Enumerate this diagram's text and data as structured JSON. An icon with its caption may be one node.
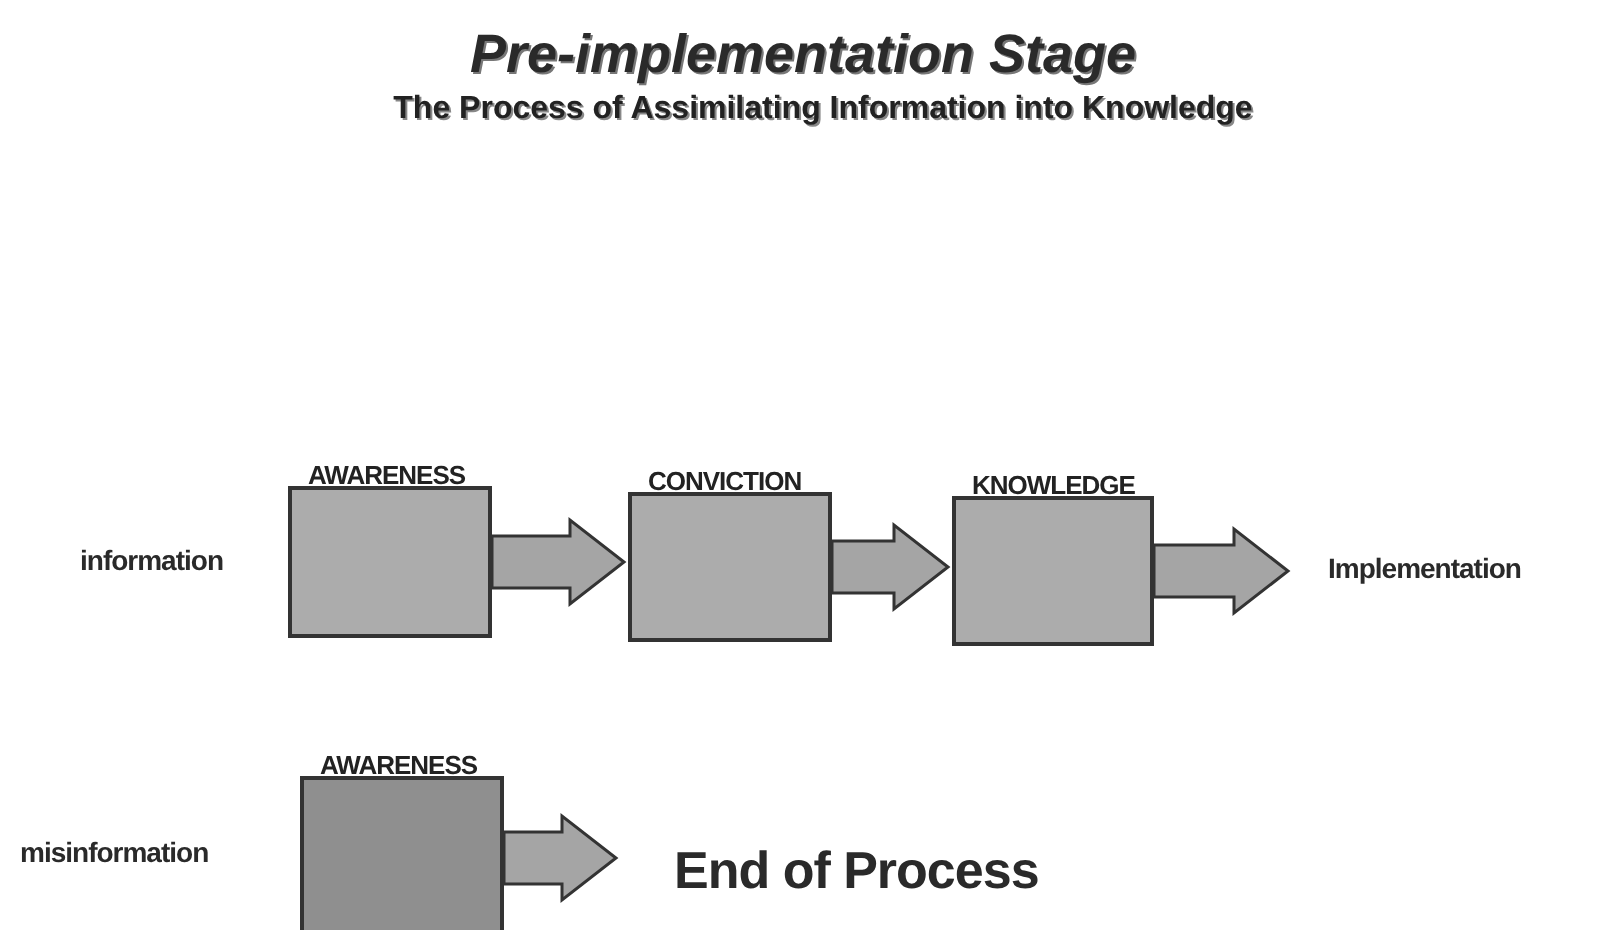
{
  "diagram": {
    "title": "Pre-implementation Stage",
    "caption": "The Process of Assimilating Information into Knowledge",
    "nodes": [
      {
        "text": [
          "AWARENESS"
        ]
      },
      {
        "text": [
          "CONVICTION"
        ]
      },
      {
        "text": [
          "KNOWLEDGE"
        ]
      },
      {
        "text": [
          "Implementation"
        ]
      },
      {
        "text": [
          "AWARENESS"
        ]
      },
      {
        "text": [
          "End of Process"
        ]
      }
    ],
    "edges": [
      {
        "from": 0,
        "to": 1,
        "arrow": "to"
      },
      {
        "from": 1,
        "to": 2,
        "arrow": "to"
      },
      {
        "from": 2,
        "to": 3,
        "arrow": "to"
      },
      {
        "from": 4,
        "to": 5,
        "arrow": "to"
      }
    ],
    "labels": [
      "information",
      "misinformation"
    ]
  }
}
